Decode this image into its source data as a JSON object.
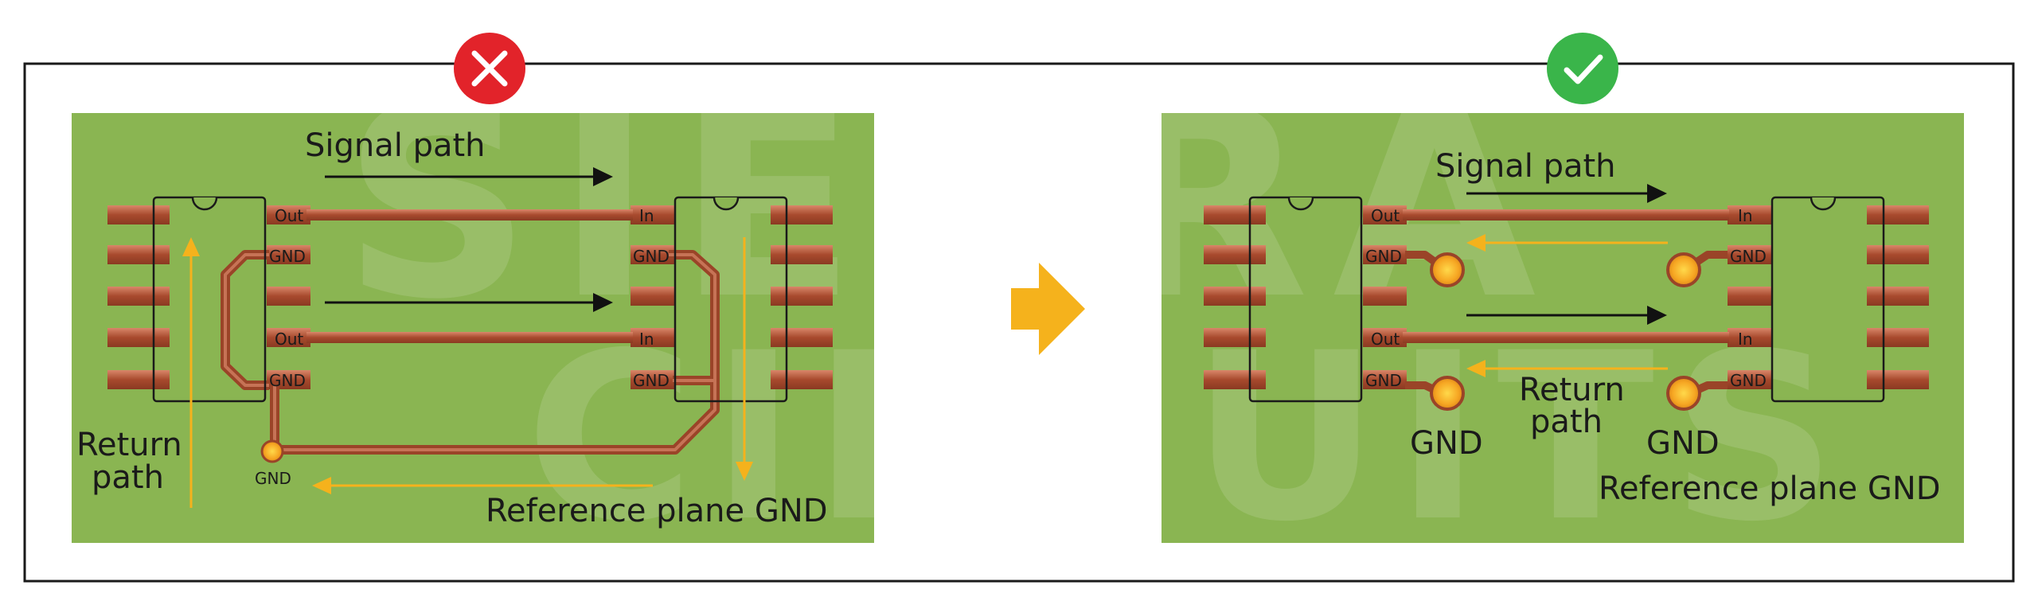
{
  "left_panel": {
    "status": "incorrect",
    "status_icon": "x-icon",
    "status_color": "#e2232a",
    "signal_path_label": "Signal path",
    "return_path_label": [
      "Return",
      "path"
    ],
    "reference_label": "Reference plane GND",
    "gnd_via_label": "GND",
    "chip_left_pins": [
      "Out",
      "GND",
      "",
      "Out",
      "GND"
    ],
    "chip_right_pins": [
      "In",
      "GND",
      "",
      "In",
      "GND"
    ]
  },
  "right_panel": {
    "status": "correct",
    "status_icon": "check-icon",
    "status_color": "#3ab54a",
    "signal_path_label": "Signal path",
    "return_path_label": [
      "Return",
      "path"
    ],
    "reference_label": "Reference plane GND",
    "gnd_via_labels": [
      "GND",
      "GND"
    ],
    "chip_left_pins": [
      "Out",
      "GND",
      "",
      "Out",
      "GND"
    ],
    "chip_right_pins": [
      "In",
      "GND",
      "",
      "In",
      "GND"
    ]
  },
  "transition_arrow_icon": "right-arrow-icon",
  "watermark": [
    "SIERRA",
    "CIRCUITS"
  ],
  "colors": {
    "board": "#8ab552",
    "trace": "#b85a3c",
    "return_arrow": "#f5b21c",
    "signal_arrow": "#111111",
    "via_fill": "#f6b325"
  }
}
